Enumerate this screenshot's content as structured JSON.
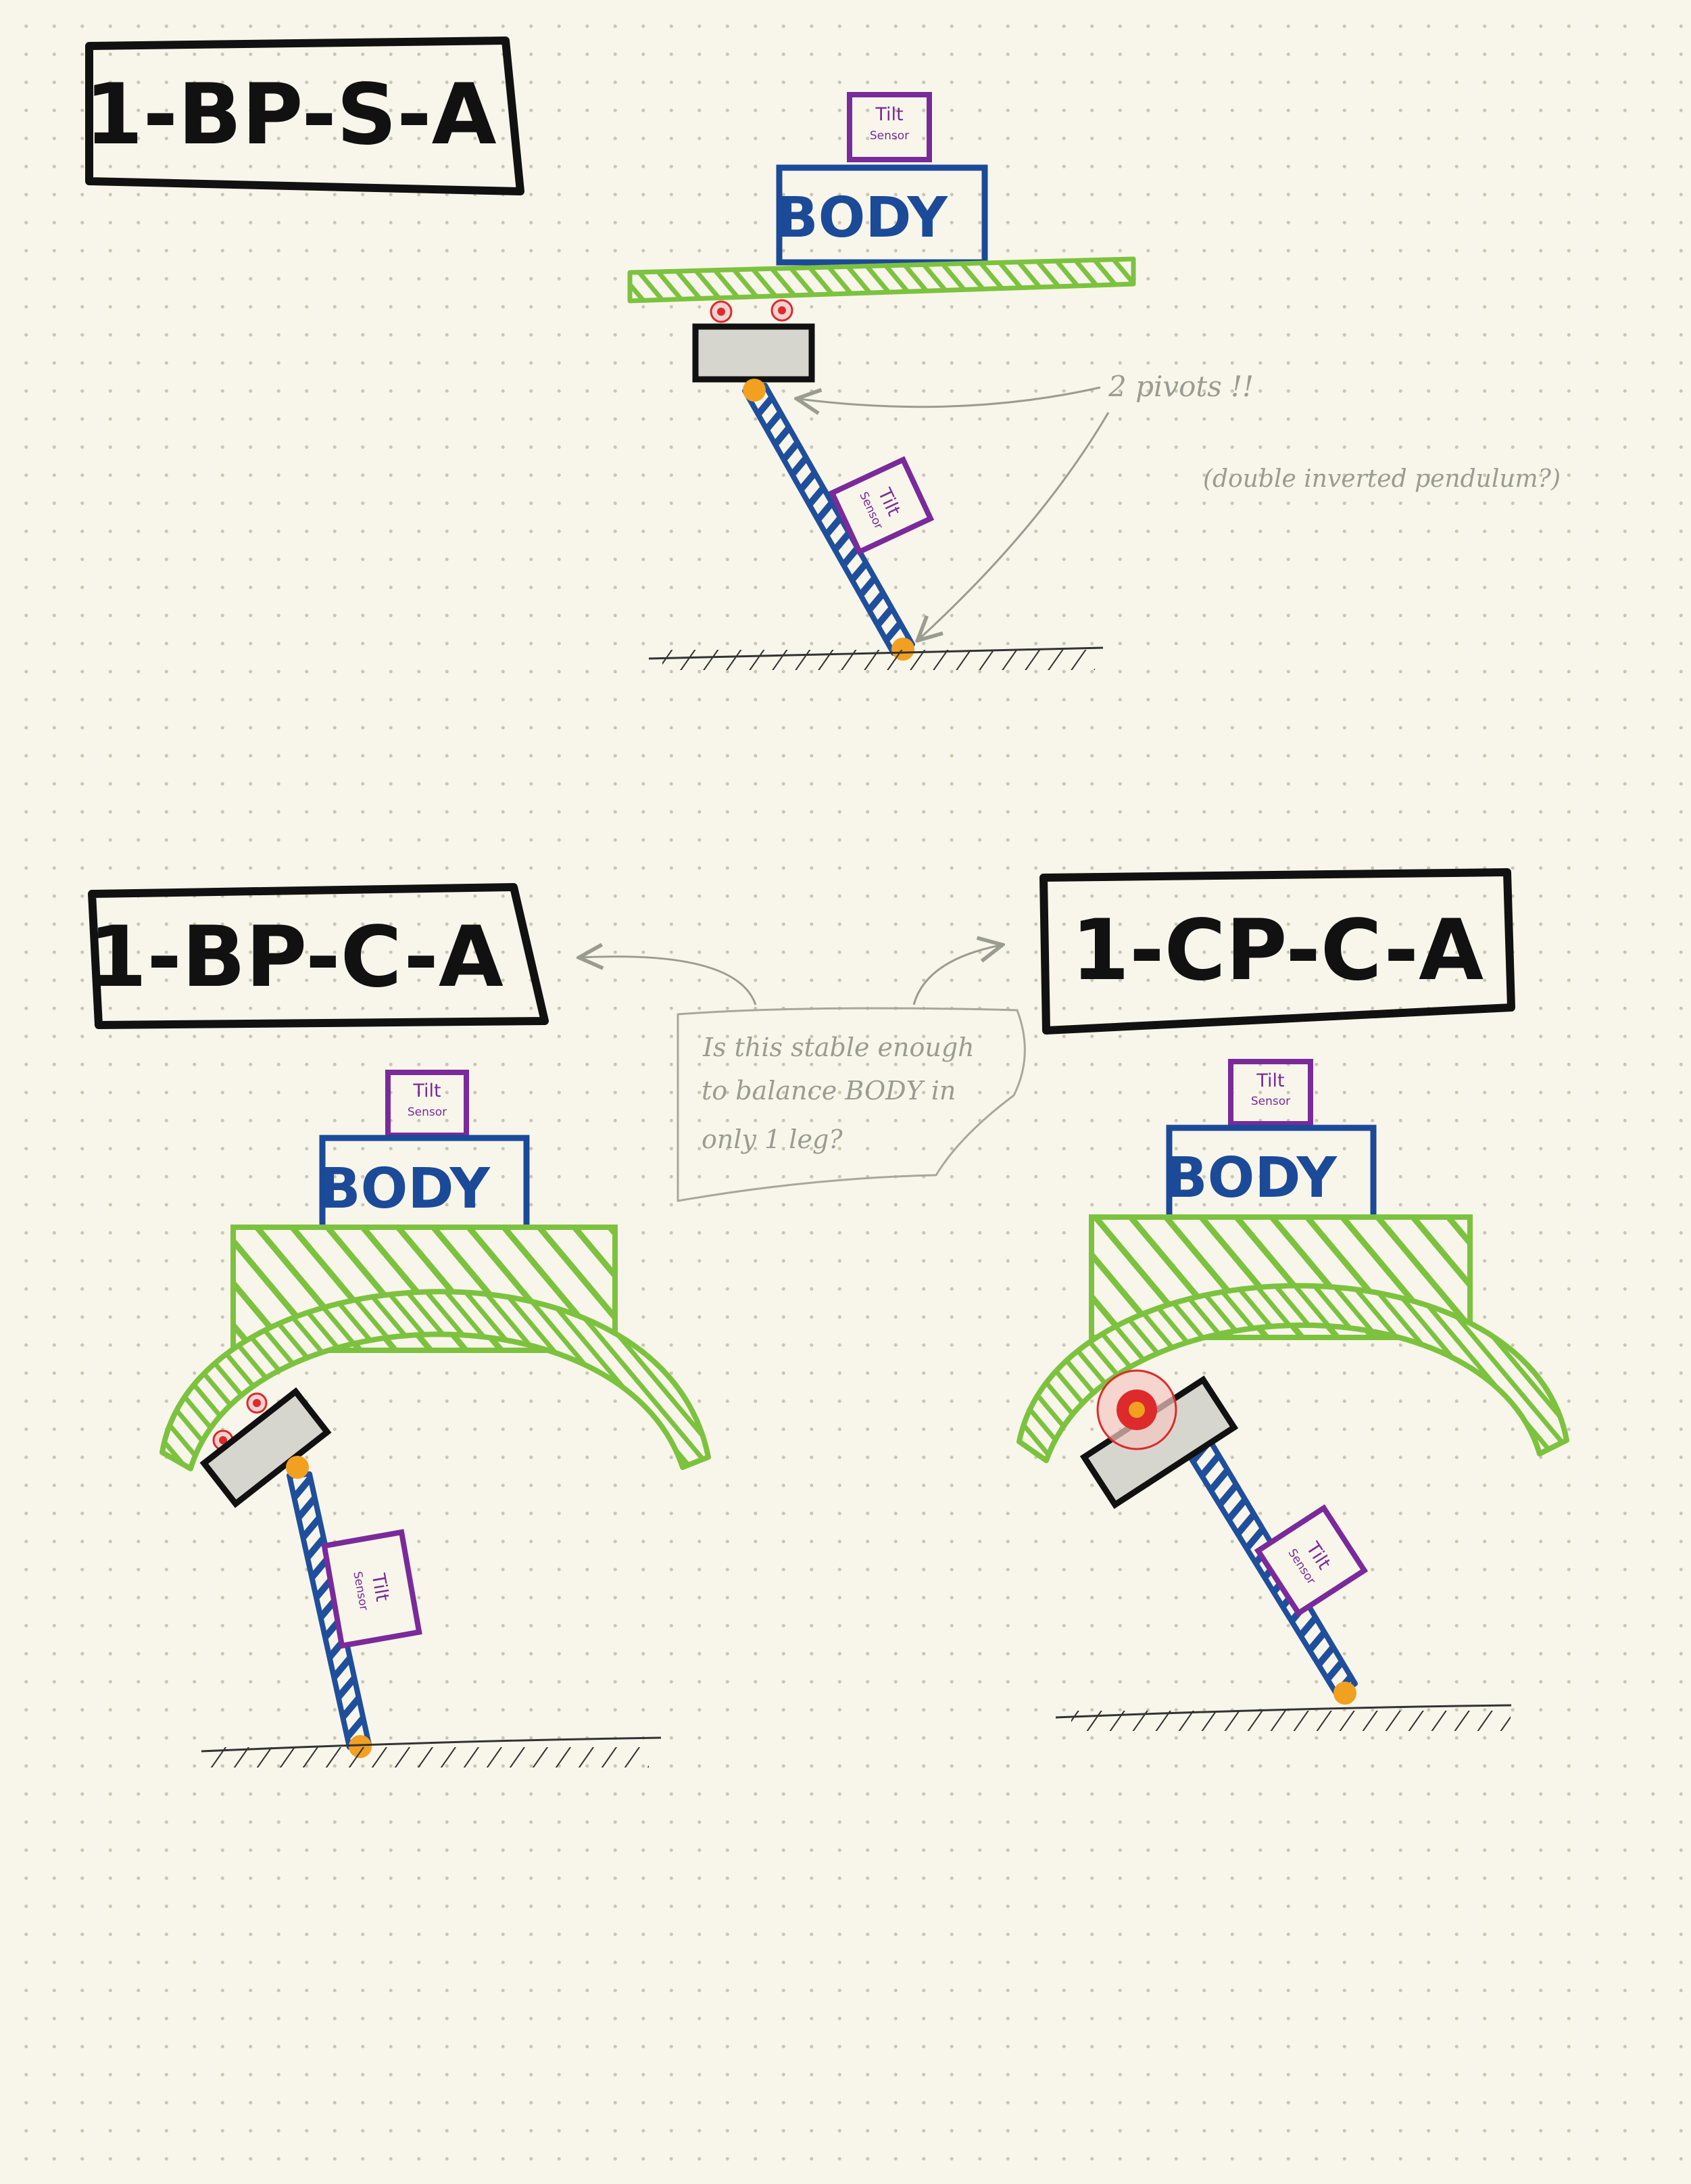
{
  "diagrams": [
    {
      "title": "1-BP-S-A",
      "body_label": "BODY",
      "sensor_top": {
        "line1": "Tilt",
        "line2": "Sensor"
      },
      "sensor_leg": {
        "line1": "Tilt",
        "line2": "Sensor"
      }
    },
    {
      "title": "1-BP-C-A",
      "body_label": "BODY",
      "sensor_top": {
        "line1": "Tilt",
        "line2": "Sensor"
      },
      "sensor_leg": {
        "line1": "Tilt",
        "line2": "Sensor"
      }
    },
    {
      "title": "1-CP-C-A",
      "body_label": "BODY",
      "sensor_top": {
        "line1": "Tilt",
        "line2": "Sensor"
      },
      "sensor_leg": {
        "line1": "Tilt",
        "line2": "Sensor"
      }
    }
  ],
  "annotations": {
    "pivots": "2 pivots !!",
    "pendulum": "(double inverted pendulum?)",
    "question": [
      "Is this stable enough",
      "to balance BODY in",
      "only 1 leg?"
    ]
  },
  "colors": {
    "ink": "#111111",
    "body": "#1b4a98",
    "leg": "#1f4f9c",
    "platform": "#7cc23f",
    "sensor": "#7a2a9a",
    "pivot": "#f2a020",
    "motor": "#d7d6ce",
    "red_dot": "#dd2a2a",
    "pencil": "#9b9b92"
  }
}
